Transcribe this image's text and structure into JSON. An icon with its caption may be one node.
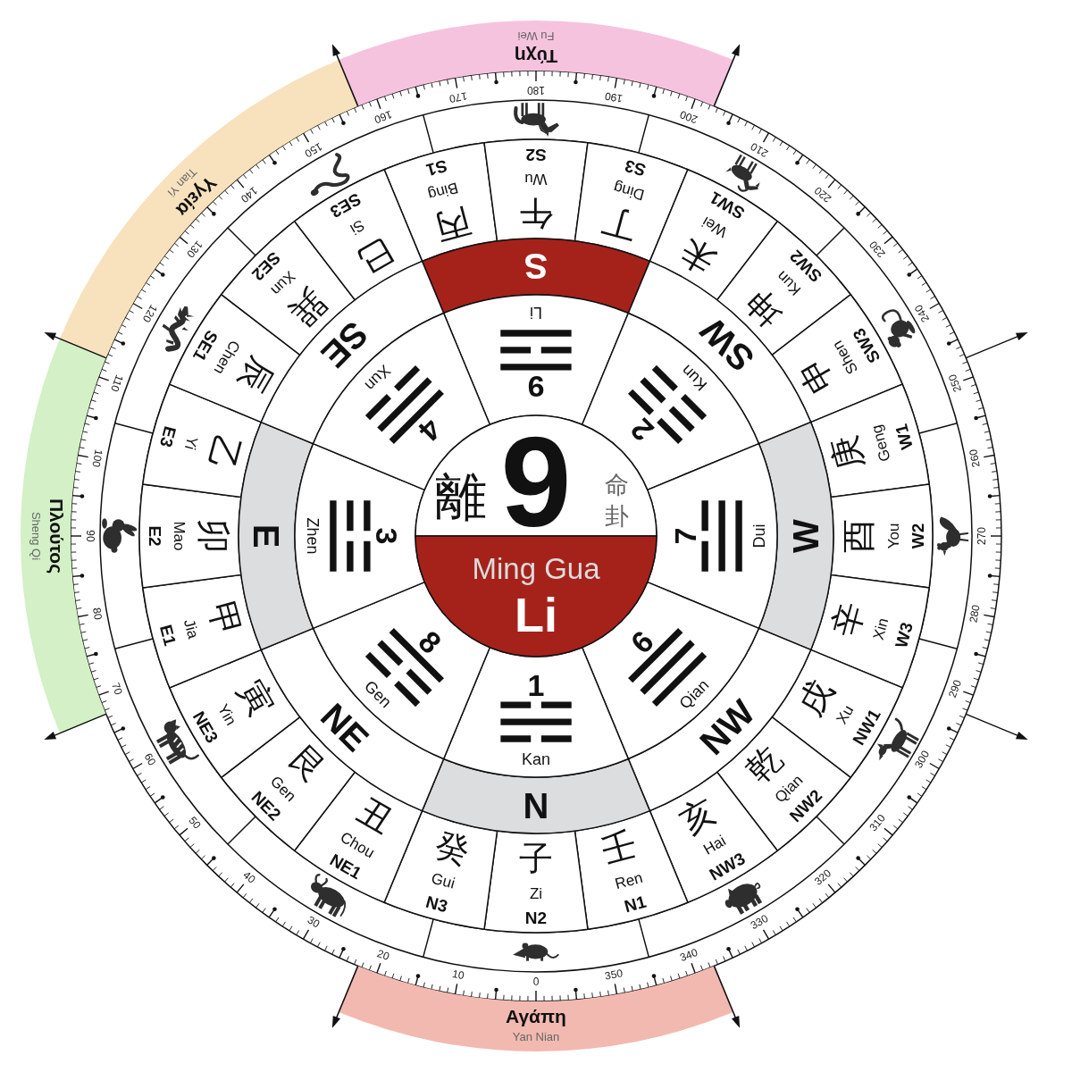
{
  "diagram": {
    "nodes": [
      {
        "text": [
          "Τύχη",
          "Fu Wei"
        ]
      },
      {
        "text": [
          "Υγεία",
          "Tian Yi"
        ]
      },
      {
        "text": [
          "Πλούτος",
          "Sheng Qi"
        ]
      },
      {
        "text": [
          "Αγάπη",
          "Yan Nian"
        ]
      },
      {
        "text": [
          "丙",
          "Bing",
          "S1"
        ]
      },
      {
        "text": [
          "午",
          "Wu",
          "S2"
        ]
      },
      {
        "text": [
          "丁",
          "Ding",
          "S3"
        ]
      },
      {
        "text": [
          "未",
          "Wei",
          "SW1"
        ]
      },
      {
        "text": [
          "坤",
          "Kun",
          "SW2"
        ]
      },
      {
        "text": [
          "申",
          "Shen",
          "SW3"
        ]
      },
      {
        "text": [
          "庚",
          "Geng",
          "W1"
        ]
      },
      {
        "text": [
          "酉",
          "You",
          "W2"
        ]
      },
      {
        "text": [
          "辛",
          "Xin",
          "W3"
        ]
      },
      {
        "text": [
          "戌",
          "Xu",
          "NW1"
        ]
      },
      {
        "text": [
          "乾",
          "Qian",
          "NW2"
        ]
      },
      {
        "text": [
          "亥",
          "Hai",
          "NW3"
        ]
      },
      {
        "text": [
          "壬",
          "Ren",
          "N1"
        ]
      },
      {
        "text": [
          "子",
          "Zi",
          "N2"
        ]
      },
      {
        "text": [
          "癸",
          "Gui",
          "N3"
        ]
      },
      {
        "text": [
          "丑",
          "Chou",
          "NE1"
        ]
      },
      {
        "text": [
          "艮",
          "Gen",
          "NE2"
        ]
      },
      {
        "text": [
          "寅",
          "Yin",
          "NE3"
        ]
      },
      {
        "text": [
          "甲",
          "Jia",
          "E1"
        ]
      },
      {
        "text": [
          "卯",
          "Mao",
          "E2"
        ]
      },
      {
        "text": [
          "乙",
          "Yi",
          "E3"
        ]
      },
      {
        "text": [
          "辰",
          "Chen",
          "SE1"
        ]
      },
      {
        "text": [
          "巽",
          "Xun",
          "SE2"
        ]
      },
      {
        "text": [
          "巳",
          "Si",
          "SE3"
        ]
      },
      {
        "text": [
          "S"
        ]
      },
      {
        "text": [
          "SW"
        ]
      },
      {
        "text": [
          "W"
        ]
      },
      {
        "text": [
          "NW"
        ]
      },
      {
        "text": [
          "N"
        ]
      },
      {
        "text": [
          "NE"
        ]
      },
      {
        "text": [
          "E"
        ]
      },
      {
        "text": [
          "SE"
        ]
      },
      {
        "text": [
          "9",
          "☲",
          "Li"
        ]
      },
      {
        "text": [
          "2",
          "☷",
          "Kun"
        ]
      },
      {
        "text": [
          "7",
          "☱",
          "Dui"
        ]
      },
      {
        "text": [
          "6",
          "☰",
          "Qian"
        ]
      },
      {
        "text": [
          "1",
          "☵",
          "Kan"
        ]
      },
      {
        "text": [
          "8",
          "☶",
          "Gen"
        ]
      },
      {
        "text": [
          "3",
          "☳",
          "Zhen"
        ]
      },
      {
        "text": [
          "4",
          "☴",
          "Xun"
        ]
      },
      {
        "text": [
          "離",
          "9",
          "命卦"
        ]
      },
      {
        "text": [
          "Ming Gua",
          "Li"
        ]
      }
    ],
    "labels": [
      "0",
      "10",
      "20",
      "30",
      "40",
      "50",
      "60",
      "70",
      "80",
      "90",
      "100",
      "110",
      "120",
      "130",
      "140",
      "150",
      "160",
      "170",
      "180",
      "190",
      "200",
      "210",
      "220",
      "230",
      "240",
      "250",
      "260",
      "270",
      "280",
      "290",
      "300",
      "310",
      "320",
      "330",
      "340",
      "350"
    ]
  }
}
